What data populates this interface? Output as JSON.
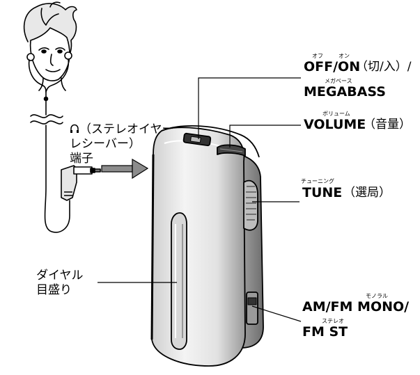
{
  "labels": {
    "off_on": {
      "ruby_off": "オフ",
      "ruby_on": "オン",
      "main": "OFF/ON",
      "suffix": "（切/入）/"
    },
    "megabass": {
      "ruby": "メガベース",
      "main": "MEGABASS"
    },
    "volume": {
      "ruby": "ボリューム",
      "main": "VOLUME",
      "suffix": "（音量）"
    },
    "tune": {
      "ruby": "チューニング",
      "main": "TUNE",
      "suffix": "（選局）"
    },
    "band": {
      "ruby_mono": "モノラル",
      "main_line1": "AM/FM MONO/",
      "ruby_stereo": "ステレオ",
      "main_line2": "FM ST"
    },
    "headphone_jack": {
      "icon": "headphone-icon",
      "line1": "（ステレオイヤー",
      "line2": "レシーバー）",
      "line3": "端子"
    },
    "dial_scale": {
      "line1": "ダイヤル",
      "line2": "目盛り"
    }
  }
}
